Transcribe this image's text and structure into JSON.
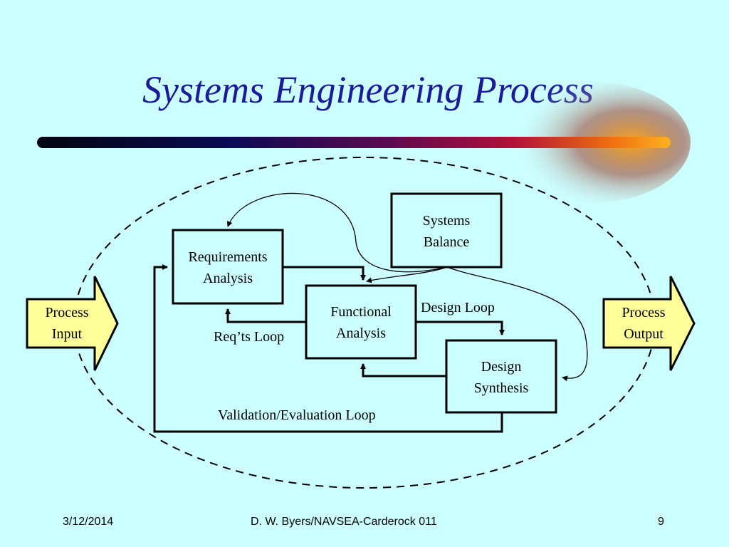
{
  "slide": {
    "title": "Systems Engineering Process"
  },
  "colors": {
    "background": "#ccffff",
    "title": "#1a1a9a",
    "process_arrow_fill": "#ffff99"
  },
  "boxes": {
    "requirements_analysis": [
      "Requirements",
      "Analysis"
    ],
    "functional_analysis": [
      "Functional",
      "Analysis"
    ],
    "design_synthesis": [
      "Design",
      "Synthesis"
    ],
    "systems_balance": [
      "Systems",
      "Balance"
    ]
  },
  "arrows": {
    "process_input": [
      "Process",
      "Input"
    ],
    "process_output": [
      "Process",
      "Output"
    ]
  },
  "loops": {
    "reqts_loop": "Req’ts Loop",
    "design_loop": "Design Loop",
    "validation_loop": "Validation/Evaluation Loop"
  },
  "footer": {
    "date": "3/12/2014",
    "author": "D. W. Byers/NAVSEA-Carderock 011",
    "page_number": "9"
  }
}
